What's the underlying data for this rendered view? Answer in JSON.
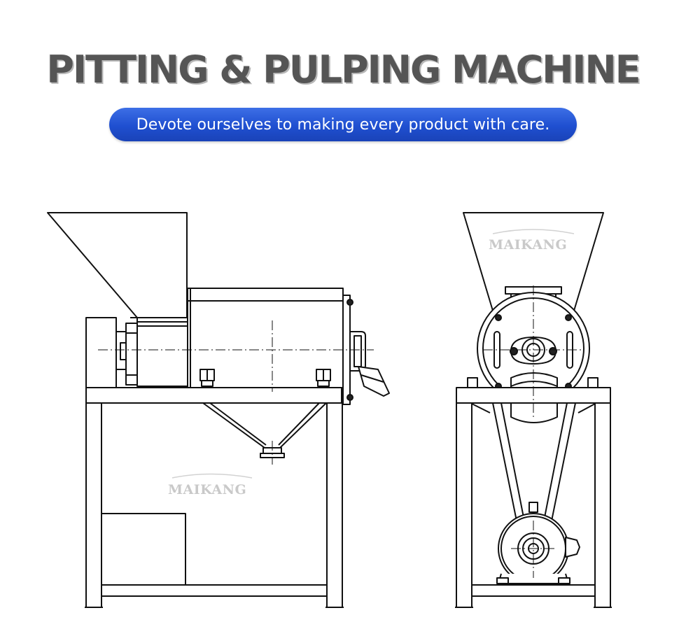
{
  "header": {
    "title": "PITTING & PULPING MACHINE",
    "tagline": "Devote ourselves to making every product with care."
  },
  "watermarks": {
    "side_view": "MAIKANG",
    "front_view": "MAIKANG"
  },
  "colors": {
    "title_gray": "#555555",
    "pill_blue": "#2352d8",
    "line": "#111111",
    "watermark": "#c9c9c9"
  }
}
